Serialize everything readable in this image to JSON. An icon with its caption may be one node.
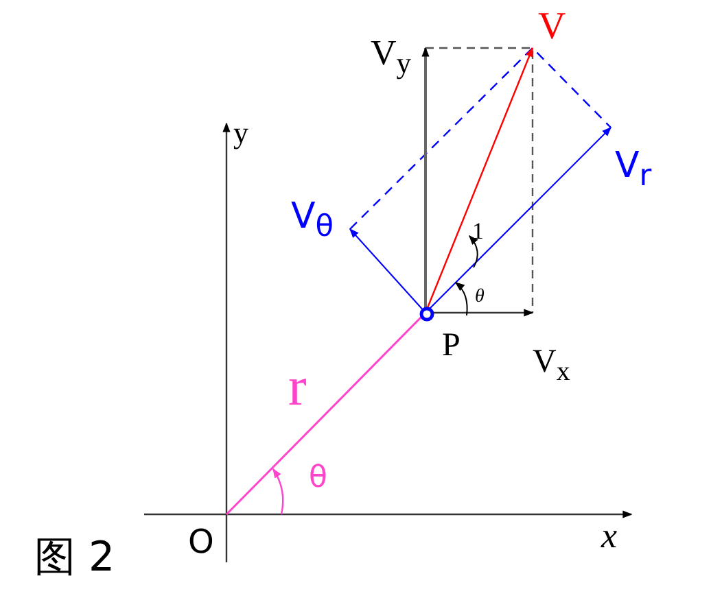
{
  "diagram": {
    "caption": "图 2",
    "labels": [
      "V",
      "V$_{y}$",
      "y",
      "V$_{r}$",
      "V$_{θ}$",
      "1",
      "θ",
      "P",
      "V$_{x}$",
      "r",
      "θ",
      "O",
      "x"
    ]
  }
}
